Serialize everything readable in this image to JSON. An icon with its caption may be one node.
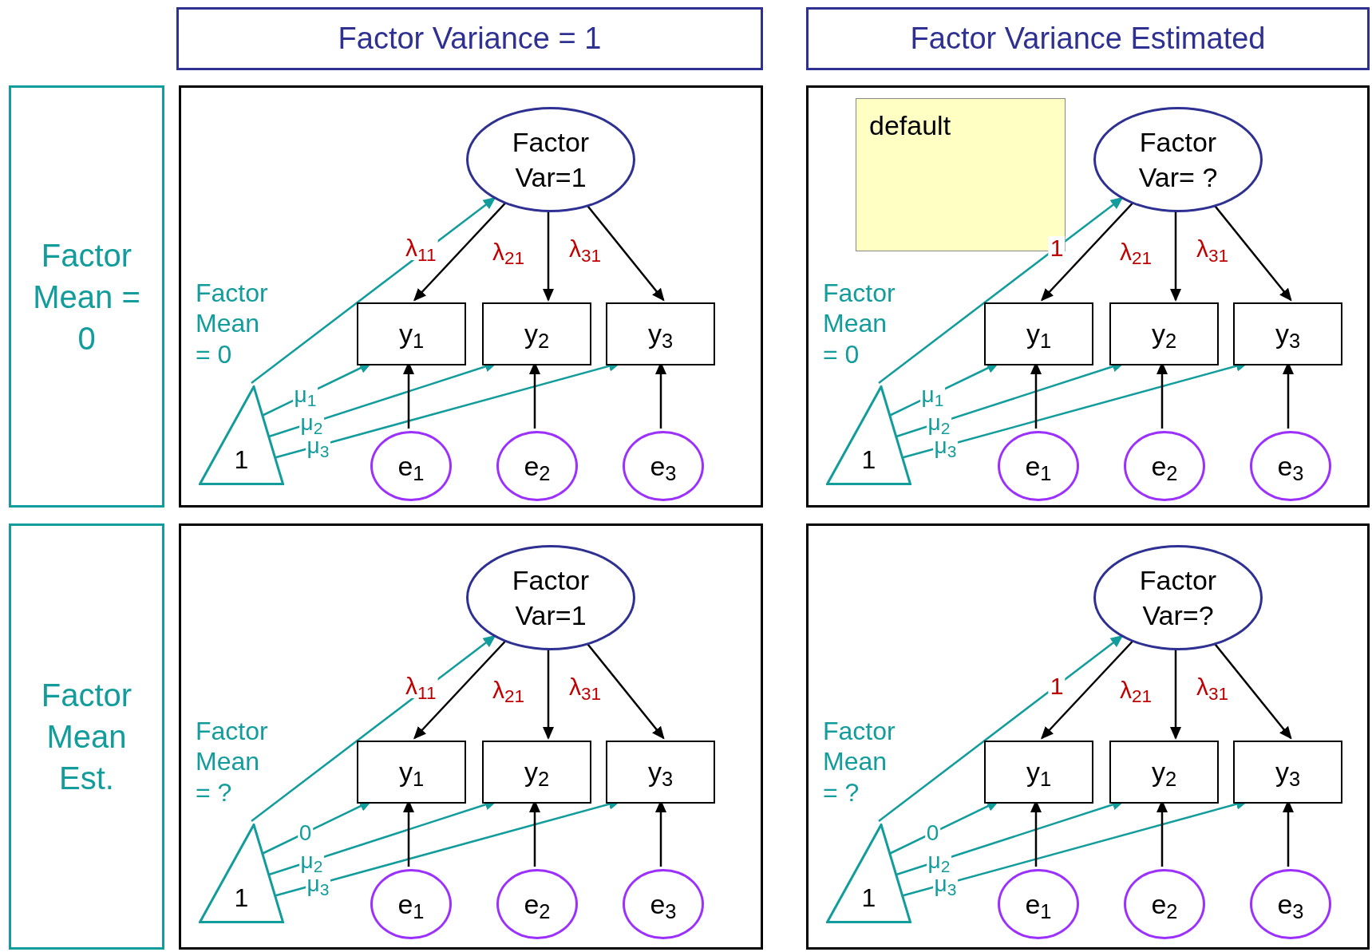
{
  "diagram": {
    "nodes": [
      {
        "text": [
          "Factor Variance = 1"
        ]
      },
      {
        "text": [
          "Factor Variance Estimated"
        ]
      },
      {
        "text": [
          "Factor Mean = 0"
        ]
      },
      {
        "text": [],
        "shape": "box"
      },
      {
        "text": [
          "Factor Var=1"
        ],
        "in": 3
      },
      {
        "text": [
          "y$_{1}$"
        ],
        "in": 3
      },
      {
        "text": [
          "y$_{2}$"
        ],
        "in": 3
      },
      {
        "text": [
          "y$_{3}$"
        ],
        "in": 3
      },
      {
        "text": [
          "e$_{1}$"
        ],
        "in": 3
      },
      {
        "text": [
          "e$_{2}$"
        ],
        "in": 3
      },
      {
        "text": [
          "e$_{3}$"
        ],
        "in": 3
      },
      {
        "text": [
          "1"
        ],
        "in": 3,
        "beside": [
          "Factor Mean = 0"
        ]
      },
      {
        "text": [],
        "shape": "box"
      },
      {
        "text": [
          "default"
        ],
        "in": 12
      },
      {
        "text": [
          "Factor Var= ?"
        ],
        "in": 12
      },
      {
        "text": [
          "y$_{1}$"
        ],
        "in": 12
      },
      {
        "text": [
          "y$_{2}$"
        ],
        "in": 12
      },
      {
        "text": [
          "y$_{3}$"
        ],
        "in": 12
      },
      {
        "text": [
          "e$_{1}$"
        ],
        "in": 12
      },
      {
        "text": [
          "e$_{2}$"
        ],
        "in": 12
      },
      {
        "text": [
          "e$_{3}$"
        ],
        "in": 12
      },
      {
        "text": [
          "1"
        ],
        "in": 12,
        "beside": [
          "Factor Mean = 0"
        ]
      },
      {
        "text": [
          "Factor Mean Est."
        ]
      },
      {
        "text": [],
        "shape": "box"
      },
      {
        "text": [
          "Factor Var=1"
        ],
        "in": 23
      },
      {
        "text": [
          "y$_{1}$"
        ],
        "in": 23
      },
      {
        "text": [
          "y$_{2}$"
        ],
        "in": 23
      },
      {
        "text": [
          "y$_{3}$"
        ],
        "in": 23
      },
      {
        "text": [
          "e$_{1}$"
        ],
        "in": 23
      },
      {
        "text": [
          "e$_{2}$"
        ],
        "in": 23
      },
      {
        "text": [
          "e$_{3}$"
        ],
        "in": 23
      },
      {
        "text": [
          "1"
        ],
        "in": 23,
        "beside": [
          "Factor Mean = ?"
        ]
      },
      {
        "text": [],
        "shape": "box"
      },
      {
        "text": [
          "Factor Var=?"
        ],
        "in": 32
      },
      {
        "text": [
          "y$_{1}$"
        ],
        "in": 32
      },
      {
        "text": [
          "y$_{2}$"
        ],
        "in": 32
      },
      {
        "text": [
          "y$_{3}$"
        ],
        "in": 32
      },
      {
        "text": [
          "e$_{1}$"
        ],
        "in": 32
      },
      {
        "text": [
          "e$_{2}$"
        ],
        "in": 32
      },
      {
        "text": [
          "e$_{3}$"
        ],
        "in": 32
      },
      {
        "text": [
          "1"
        ],
        "in": 32,
        "beside": [
          "Factor Mean = ?"
        ]
      }
    ],
    "edges": [
      {
        "from": 11,
        "to": 4,
        "arrow": "to",
        "color": "#139c9c"
      },
      {
        "from": 4,
        "to": 5,
        "arrow": "to",
        "label": "λ$_{11}$"
      },
      {
        "from": 4,
        "to": 6,
        "arrow": "to",
        "label": "λ$_{21}$"
      },
      {
        "from": 4,
        "to": 7,
        "arrow": "to",
        "label": "λ$_{31}$"
      },
      {
        "from": 11,
        "to": 5,
        "arrow": "to",
        "label": "μ$_{1}$",
        "color": "#139c9c"
      },
      {
        "from": 11,
        "to": 6,
        "arrow": "to",
        "label": "μ$_{2}$",
        "color": "#139c9c"
      },
      {
        "from": 11,
        "to": 7,
        "arrow": "to",
        "label": "μ$_{3}$",
        "color": "#139c9c"
      },
      {
        "from": 8,
        "to": 5,
        "arrow": "to"
      },
      {
        "from": 9,
        "to": 6,
        "arrow": "to"
      },
      {
        "from": 10,
        "to": 7,
        "arrow": "to"
      },
      {
        "from": 21,
        "to": 14,
        "arrow": "to",
        "color": "#139c9c"
      },
      {
        "from": 14,
        "to": 15,
        "arrow": "to",
        "label": "1"
      },
      {
        "from": 14,
        "to": 16,
        "arrow": "to",
        "label": "λ$_{21}$"
      },
      {
        "from": 14,
        "to": 17,
        "arrow": "to",
        "label": "λ$_{31}$"
      },
      {
        "from": 21,
        "to": 15,
        "arrow": "to",
        "label": "μ$_{1}$",
        "color": "#139c9c"
      },
      {
        "from": 21,
        "to": 16,
        "arrow": "to",
        "label": "μ$_{2}$",
        "color": "#139c9c"
      },
      {
        "from": 21,
        "to": 17,
        "arrow": "to",
        "label": "μ$_{3}$",
        "color": "#139c9c"
      },
      {
        "from": 18,
        "to": 15,
        "arrow": "to"
      },
      {
        "from": 19,
        "to": 16,
        "arrow": "to"
      },
      {
        "from": 20,
        "to": 17,
        "arrow": "to"
      },
      {
        "from": 31,
        "to": 24,
        "arrow": "to",
        "color": "#139c9c"
      },
      {
        "from": 24,
        "to": 25,
        "arrow": "to",
        "label": "λ$_{11}$"
      },
      {
        "from": 24,
        "to": 26,
        "arrow": "to",
        "label": "λ$_{21}$"
      },
      {
        "from": 24,
        "to": 27,
        "arrow": "to",
        "label": "λ$_{31}$"
      },
      {
        "from": 31,
        "to": 25,
        "arrow": "to",
        "label": "0",
        "color": "#139c9c"
      },
      {
        "from": 31,
        "to": 26,
        "arrow": "to",
        "label": "μ$_{2}$",
        "color": "#139c9c"
      },
      {
        "from": 31,
        "to": 27,
        "arrow": "to",
        "label": "μ$_{3}$",
        "color": "#139c9c"
      },
      {
        "from": 28,
        "to": 25,
        "arrow": "to"
      },
      {
        "from": 29,
        "to": 26,
        "arrow": "to"
      },
      {
        "from": 30,
        "to": 27,
        "arrow": "to"
      },
      {
        "from": 40,
        "to": 33,
        "arrow": "to",
        "color": "#139c9c"
      },
      {
        "from": 33,
        "to": 34,
        "arrow": "to",
        "label": "1"
      },
      {
        "from": 33,
        "to": 35,
        "arrow": "to",
        "label": "λ$_{21}$"
      },
      {
        "from": 33,
        "to": 36,
        "arrow": "to",
        "label": "λ$_{31}$"
      },
      {
        "from": 40,
        "to": 34,
        "arrow": "to",
        "label": "0",
        "color": "#139c9c"
      },
      {
        "from": 40,
        "to": 35,
        "arrow": "to",
        "label": "μ$_{2}$",
        "color": "#139c9c"
      },
      {
        "from": 40,
        "to": 36,
        "arrow": "to",
        "label": "μ$_{3}$",
        "color": "#139c9c"
      },
      {
        "from": 37,
        "to": 34,
        "arrow": "to"
      },
      {
        "from": 38,
        "to": 35,
        "arrow": "to"
      },
      {
        "from": 39,
        "to": 36,
        "arrow": "to"
      }
    ]
  }
}
